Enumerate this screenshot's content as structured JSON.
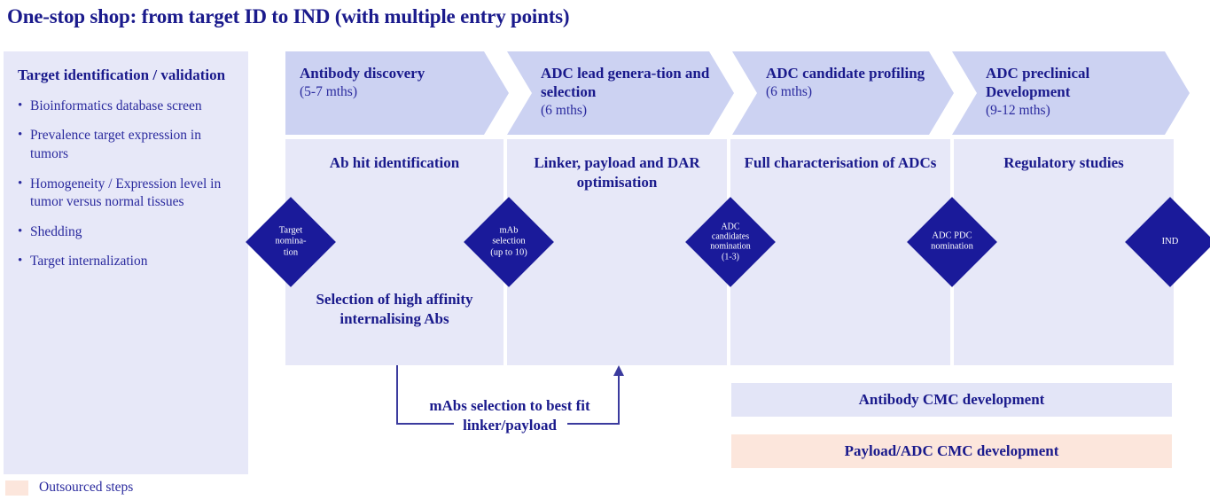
{
  "title": "One-stop shop: from target ID to IND (with multiple entry points)",
  "colors": {
    "navy_text": "#1a1a8c",
    "diamond_fill": "#1a1a9a",
    "header_band": "#ccd2f2",
    "column_fill": "#e7e8f8",
    "outsourced_fill": "#fce6dc"
  },
  "sidebar": {
    "title": "Target identification / validation",
    "items": [
      "Bioinformatics database screen",
      "Prevalence target expression in tumors",
      "Homogeneity / Expression level in tumor versus normal tissues",
      "Shedding",
      "Target internalization"
    ],
    "bullet": "•"
  },
  "phases": [
    {
      "name": "Antibody discovery",
      "duration": "(5-7 mths)",
      "activity_top": "Ab hit identification",
      "activity_bottom": "Selection of high affinity internalising Abs"
    },
    {
      "name": "ADC lead genera-tion and selection",
      "duration": "(6 mths)",
      "activity_top": "Linker, payload and DAR optimisation",
      "activity_bottom": ""
    },
    {
      "name": "ADC candidate profiling",
      "duration": "(6 mths)",
      "activity_top": "Full characterisation of ADCs",
      "activity_bottom": ""
    },
    {
      "name": "ADC preclinical Development",
      "duration": "(9-12 mths)",
      "activity_top": "Regulatory studies",
      "activity_bottom": ""
    }
  ],
  "milestones": [
    {
      "id": "target-nomination",
      "lines": [
        "Target",
        "nomina-",
        "tion"
      ]
    },
    {
      "id": "mab-selection",
      "lines": [
        "mAb",
        "selection",
        "(up to  10)"
      ]
    },
    {
      "id": "adc-candidates",
      "lines": [
        "ADC",
        "candidates",
        "nomination",
        "(1-3)"
      ]
    },
    {
      "id": "adc-pdc-nomination",
      "lines": [
        "ADC PDC",
        "nomination"
      ]
    },
    {
      "id": "ind",
      "lines": [
        "IND"
      ]
    }
  ],
  "connector_note": "mAbs selection to best fit linker/payload",
  "cmc_bars": [
    {
      "label": "Antibody CMC development",
      "outsourced": false
    },
    {
      "label": "Payload/ADC CMC development",
      "outsourced": true
    }
  ],
  "legend": {
    "label": "Outsourced steps"
  },
  "chart_data": {
    "type": "diagram",
    "title": "One-stop shop: from target ID to IND (with multiple entry points)",
    "diagram_kind": "process-timeline-chevron",
    "stages": [
      "Target identification / validation",
      "Antibody discovery",
      "ADC lead generation and selection",
      "ADC candidate profiling",
      "ADC preclinical Development"
    ],
    "durations_months": [
      "",
      "5-7",
      "6",
      "6",
      "9-12"
    ],
    "gate_milestones": [
      "Target nomination",
      "mAb selection (up to 10)",
      "ADC candidates nomination (1-3)",
      "ADC PDC nomination",
      "IND"
    ],
    "parallel_workstreams": [
      "Antibody CMC development",
      "Payload/ADC CMC development"
    ],
    "legend": [
      "Outsourced steps"
    ]
  }
}
